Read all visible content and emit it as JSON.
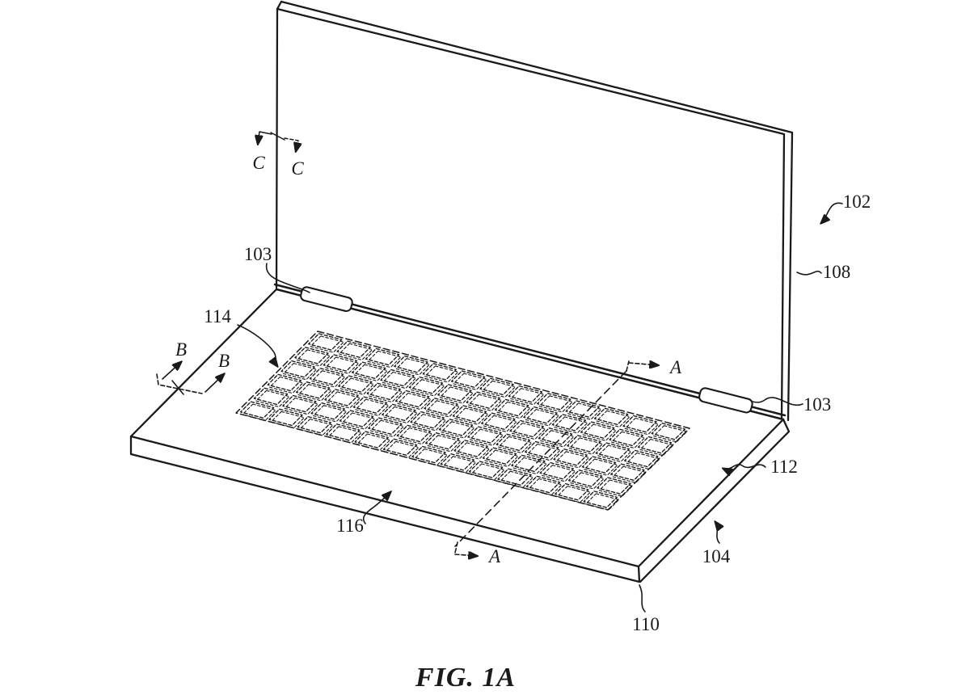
{
  "figure": {
    "caption": "FIG. 1A",
    "colors": {
      "ink": "#1a1a1a",
      "background": "#ffffff"
    },
    "reference_labels": {
      "r102": "102",
      "r103_left": "103",
      "r103_right": "103",
      "r104": "104",
      "r108": "108",
      "r110": "110",
      "r112": "112",
      "r114": "114",
      "r116": "116"
    },
    "section_markers": {
      "a_top": "A",
      "a_bottom": "A",
      "b_upper": "B",
      "b_lower": "B",
      "c_left": "C",
      "c_right": "C"
    }
  }
}
